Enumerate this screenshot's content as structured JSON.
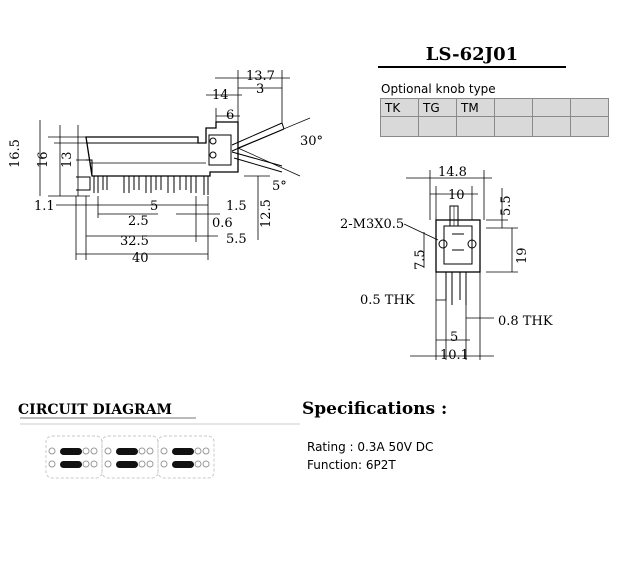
{
  "model": "LS-62J01",
  "knob": {
    "caption": "Optional knob type",
    "types": [
      "TK",
      "TG",
      "TM",
      "",
      "",
      ""
    ]
  },
  "side_view_dims": {
    "d13_7": "13.7",
    "d3": "3",
    "d14": "14",
    "d6": "6",
    "d30": "30°",
    "d5deg": "5°",
    "d16_5": "16.5",
    "d16": "16",
    "d13": "13",
    "d1_1": "1.1",
    "d2_5": "2.5",
    "d5": "5",
    "d1_5": "1.5",
    "d0_6": "0.6",
    "d12_5": "12.5",
    "d32_5": "32.5",
    "d5_5": "5.5",
    "d40": "40"
  },
  "end_view_dims": {
    "d14_8": "14.8",
    "d10": "10",
    "d5_5": "5.5",
    "screw": "2-M3X0.5",
    "d7_5": "7.5",
    "d19": "19",
    "thk05": "0.5  THK",
    "thk08": "0.8  THK",
    "d5": "5",
    "d10_1": "10.1"
  },
  "circuit": {
    "title": "CIRCUIT DIAGRAM"
  },
  "specifications": {
    "title": "Specifications :",
    "rating": "Rating : 0.3A 50V DC",
    "function": "Function: 6P2T"
  }
}
